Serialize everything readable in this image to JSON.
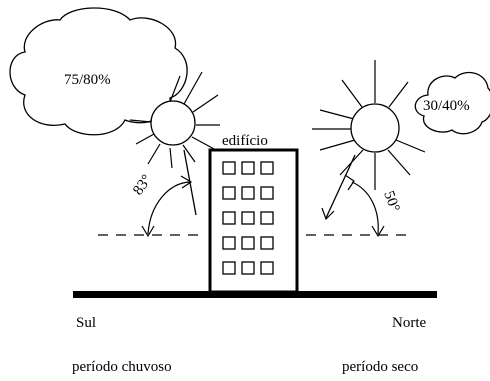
{
  "labels": {
    "cloud_left": "75/80%",
    "cloud_right": "30/40%",
    "building": "edifício",
    "angle_left": "83°",
    "angle_right": "50°",
    "south": "Sul",
    "north": "Norte",
    "rainy": "período chuvoso",
    "dry": "período seco"
  }
}
